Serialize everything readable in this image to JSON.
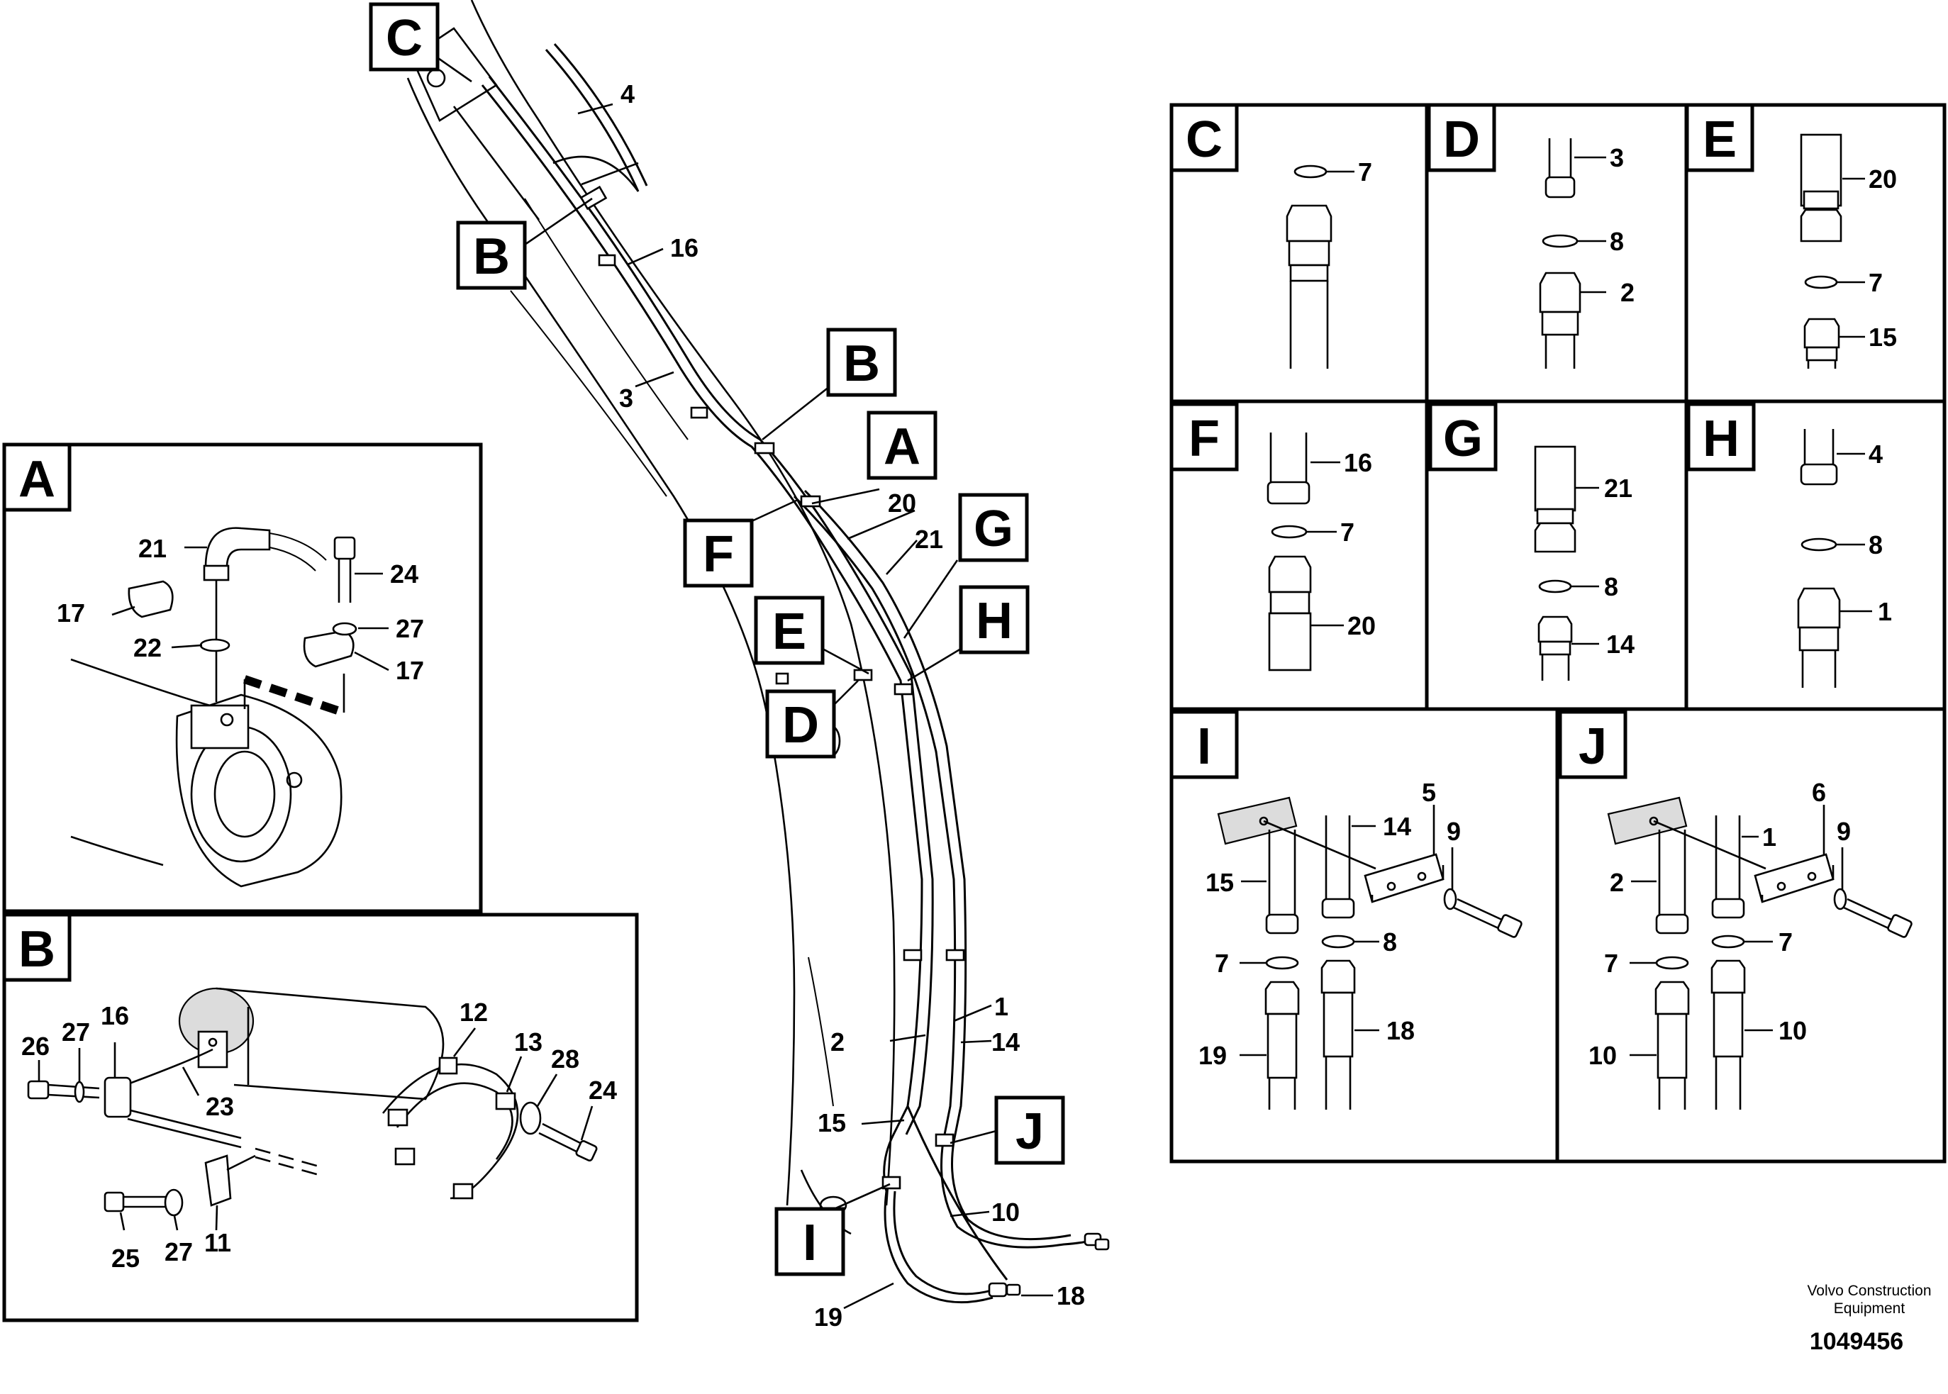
{
  "main_view": {
    "callouts": {
      "c": "C",
      "b_top": "B",
      "b_mid": "B",
      "a": "A",
      "f": "F",
      "g": "G",
      "e": "E",
      "h": "H",
      "d": "D",
      "j": "J",
      "i": "I"
    },
    "part_numbers": {
      "p4": "4",
      "p16": "16",
      "p3": "3",
      "p20": "20",
      "p21": "21",
      "p1": "1",
      "p2": "2",
      "p14": "14",
      "p15": "15",
      "p10": "10",
      "p18": "18",
      "p19": "19"
    }
  },
  "detail_a": {
    "letter": "A",
    "labels": {
      "p21": "21",
      "p24": "24",
      "p17a": "17",
      "p27": "27",
      "p22": "22",
      "p17b": "17"
    }
  },
  "detail_b": {
    "letter": "B",
    "labels": {
      "p26": "26",
      "p27a": "27",
      "p16": "16",
      "p23": "23",
      "p12": "12",
      "p13": "13",
      "p28": "28",
      "p24": "24",
      "p25": "25",
      "p27b": "27",
      "p11": "11"
    }
  },
  "detail_c": {
    "letter": "C",
    "labels": {
      "p7": "7"
    }
  },
  "detail_d": {
    "letter": "D",
    "labels": {
      "p3": "3",
      "p8": "8",
      "p2": "2"
    }
  },
  "detail_e": {
    "letter": "E",
    "labels": {
      "p20": "20",
      "p7": "7",
      "p15": "15"
    }
  },
  "detail_f": {
    "letter": "F",
    "labels": {
      "p16": "16",
      "p7": "7",
      "p20": "20"
    }
  },
  "detail_g": {
    "letter": "G",
    "labels": {
      "p21": "21",
      "p8": "8",
      "p14": "14"
    }
  },
  "detail_h": {
    "letter": "H",
    "labels": {
      "p4": "4",
      "p8": "8",
      "p1": "1"
    }
  },
  "detail_i": {
    "letter": "I",
    "labels": {
      "p14": "14",
      "p5": "5",
      "p9": "9",
      "p15": "15",
      "p7": "7",
      "p8": "8",
      "p19": "19",
      "p18": "18"
    }
  },
  "detail_j": {
    "letter": "J",
    "labels": {
      "p6": "6",
      "p1": "1",
      "p9": "9",
      "p2": "2",
      "p7a": "7",
      "p7b": "7",
      "p10a": "10",
      "p10b": "10"
    }
  },
  "footer": {
    "company_line1": "Volvo Construction",
    "company_line2": "Equipment",
    "drawing_number": "1049456"
  }
}
